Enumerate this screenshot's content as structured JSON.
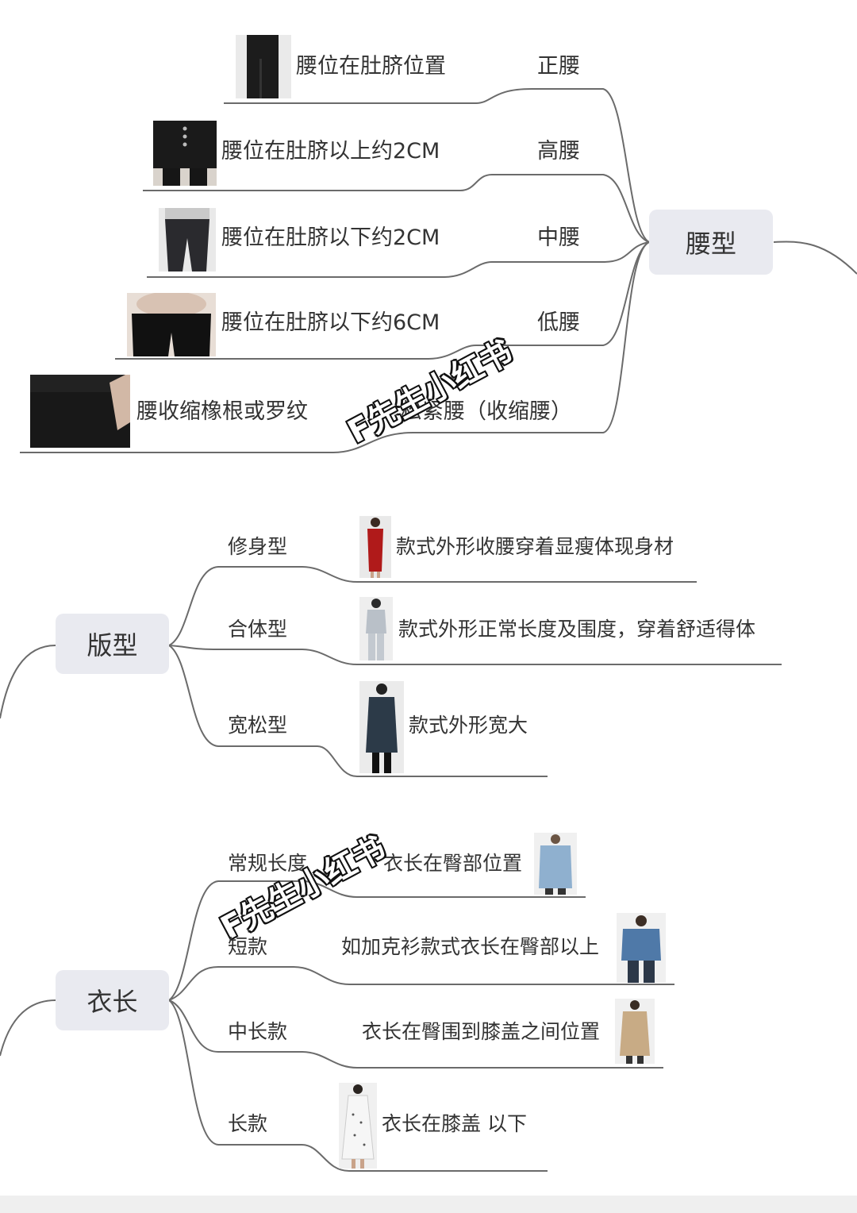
{
  "waist": {
    "title": "腰型",
    "items": [
      {
        "label": "正腰",
        "desc": "腰位在肚脐位置",
        "image": "high-waist-black-pants"
      },
      {
        "label": "高腰",
        "desc": "腰位在肚脐以上约2CM",
        "image": "black-pants-buttons"
      },
      {
        "label": "中腰",
        "desc": "腰位在肚脐以下约2CM",
        "image": "dark-grey-trousers"
      },
      {
        "label": "低腰",
        "desc": "腰位在肚脐以下约6CM",
        "image": "low-rise-black-jeans"
      },
      {
        "label": "松紧腰（收缩腰）",
        "desc": "腰收缩橡根或罗纹",
        "image": "elastic-waist-pants"
      }
    ]
  },
  "fit": {
    "title": "版型",
    "items": [
      {
        "label": "修身型",
        "desc": "款式外形收腰穿着显瘦体现身材",
        "image": "red-dress-model"
      },
      {
        "label": "合体型",
        "desc": "款式外形正常长度及围度，穿着舒适得体",
        "image": "grey-suit-model"
      },
      {
        "label": "宽松型",
        "desc": "款式外形宽大",
        "image": "navy-padded-coat-model"
      }
    ]
  },
  "length": {
    "title": "衣长",
    "items": [
      {
        "label": "常规长度",
        "desc": "衣长在臀部位置",
        "image": "blue-shirt-model"
      },
      {
        "label": "短款",
        "desc": "如加克衫款式衣长在臀部以上",
        "image": "denim-jacket-model"
      },
      {
        "label": "中长款",
        "desc": "衣长在臀围到膝盖之间位置",
        "image": "beige-trench-coat"
      },
      {
        "label": "长款",
        "desc": "衣长在膝盖 以下",
        "image": "white-long-dress"
      }
    ]
  },
  "watermark": "F先生小红书",
  "colors": {
    "line": "#6b6b6b",
    "node_bg": "#e9eaf0",
    "text": "#333333"
  }
}
